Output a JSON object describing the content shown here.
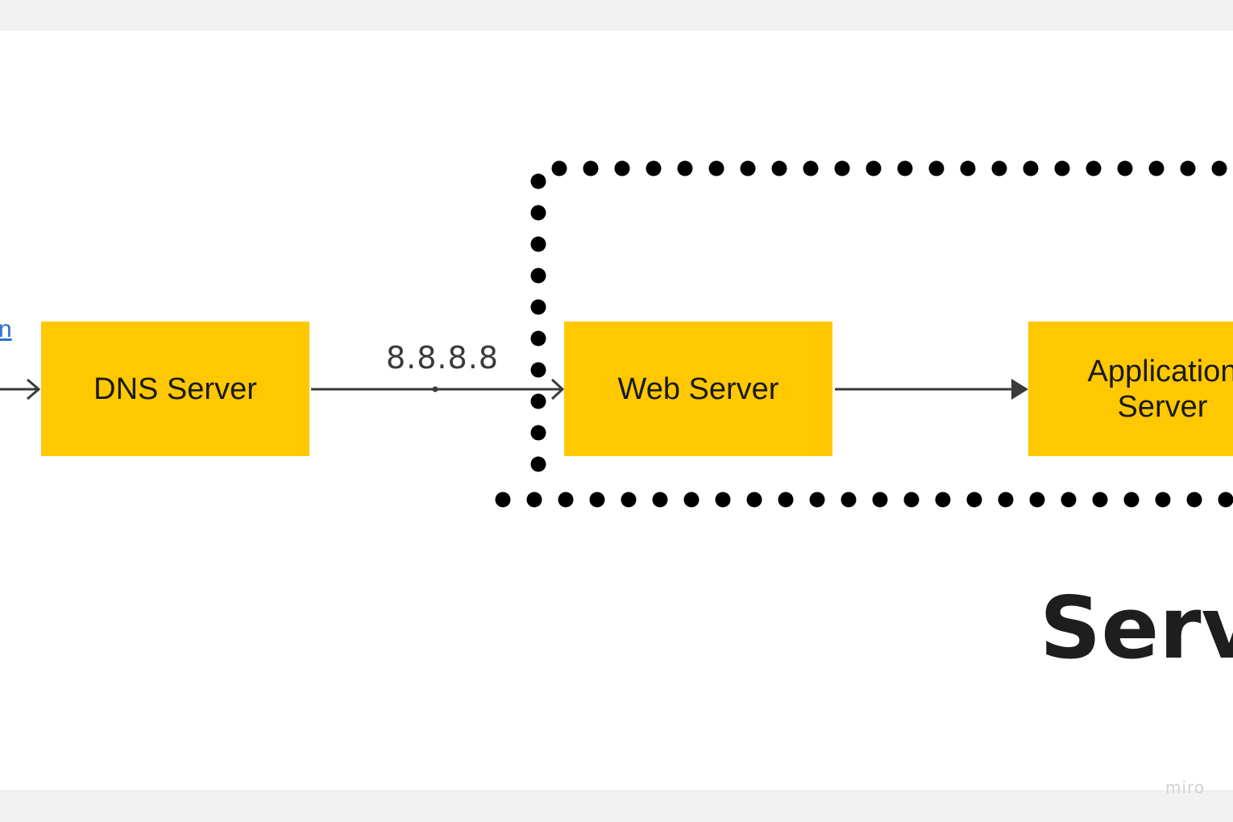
{
  "diagram": {
    "link_fragment": "n",
    "nodes": {
      "dns": "DNS Server",
      "web": "Web Server",
      "app_line1": "Application",
      "app_line2": "Server"
    },
    "edge_label": "8.8.8.8",
    "title_fragment": "Serve"
  },
  "watermark": "miro",
  "colors": {
    "box_fill": "#ffc800",
    "connector": "#3a3a3a",
    "group_border": "#000000",
    "link": "#2f6fd6"
  },
  "icons": [
    "arrow-head-icon"
  ]
}
